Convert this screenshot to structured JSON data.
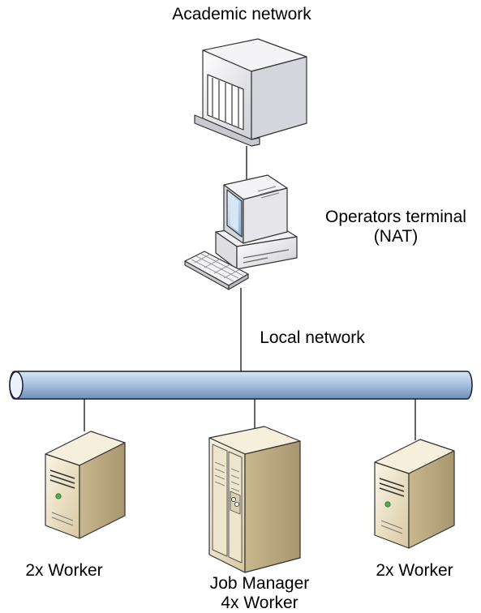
{
  "labels": {
    "academic_network": "Academic network",
    "operators_terminal_line1": "Operators terminal",
    "operators_terminal_line2": "(NAT)",
    "local_network": "Local network",
    "worker_left": "2x Worker",
    "center_line1": "Job Manager",
    "center_line2": "4x Worker",
    "worker_right": "2x Worker"
  },
  "colors": {
    "connector": "#000000",
    "bus_fill": "#a9c2e0",
    "bus_stroke": "#1a1a2e",
    "server_beige": "#e8dcc0",
    "server_gray": "#e6e6ea"
  },
  "icons": {
    "academic_server": "mainframe-server-icon",
    "terminal": "workstation-pc-icon",
    "bus": "network-bus-icon",
    "left_server": "tower-server-icon",
    "center_server": "rack-server-icon",
    "right_server": "tower-server-icon"
  }
}
